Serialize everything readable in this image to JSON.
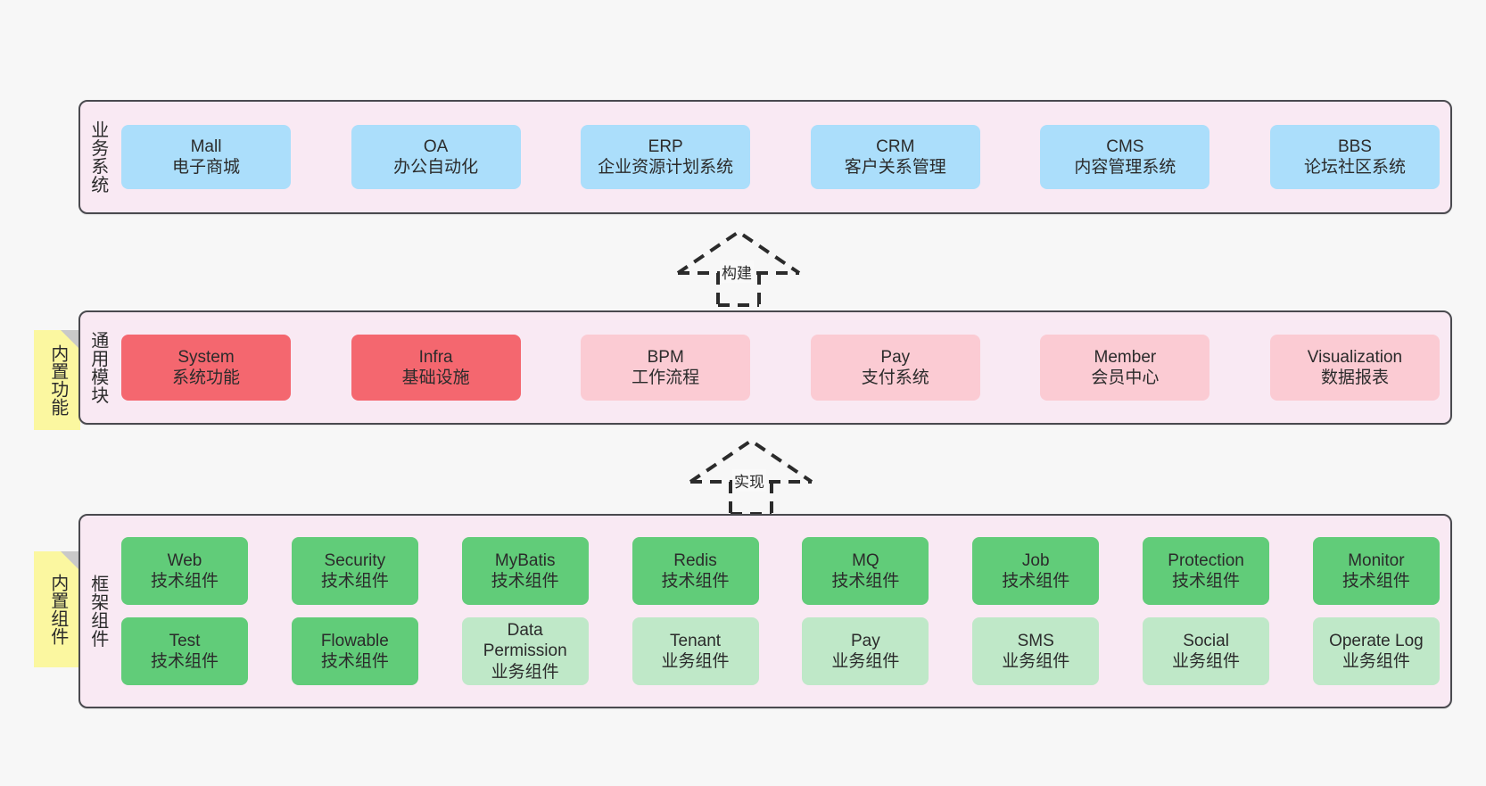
{
  "canvas": {
    "background": "#f7f7f7",
    "panel_fill": "#f9e9f3",
    "panel_border": "#4a4a4f",
    "note_fill": "#fbf7a0",
    "note_fold": "#c9c9c9",
    "colors": {
      "business": "#abdefb",
      "module_primary": "#f4676f",
      "module_secondary": "#fbcbd3",
      "tech_component": "#61cc79",
      "biz_component": "#bfe8c8"
    }
  },
  "layers": [
    {
      "key": "business",
      "title": "业务系统",
      "rows": [
        {
          "cards": [
            {
              "t1": "Mall",
              "t2": "电子商城",
              "color": "blue"
            },
            {
              "t1": "OA",
              "t2": "办公自动化",
              "color": "blue"
            },
            {
              "t1": "ERP",
              "t2": "企业资源计划系统",
              "color": "blue"
            },
            {
              "t1": "CRM",
              "t2": "客户关系管理",
              "color": "blue"
            },
            {
              "t1": "CMS",
              "t2": "内容管理系统",
              "color": "blue"
            },
            {
              "t1": "BBS",
              "t2": "论坛社区系统",
              "color": "blue"
            }
          ]
        }
      ]
    },
    {
      "key": "common-module",
      "title": "通用模块",
      "note": "内置功能",
      "rows": [
        {
          "cards": [
            {
              "t1": "System",
              "t2": "系统功能",
              "color": "red"
            },
            {
              "t1": "Infra",
              "t2": "基础设施",
              "color": "red"
            },
            {
              "t1": "BPM",
              "t2": "工作流程",
              "color": "pink"
            },
            {
              "t1": "Pay",
              "t2": "支付系统",
              "color": "pink"
            },
            {
              "t1": "Member",
              "t2": "会员中心",
              "color": "pink"
            },
            {
              "t1": "Visualization",
              "t2": "数据报表",
              "color": "pink"
            }
          ]
        }
      ]
    },
    {
      "key": "framework-component",
      "title": "框架组件",
      "note": "内置组件",
      "rows": [
        {
          "cards": [
            {
              "t1": "Web",
              "t2": "技术组件",
              "color": "green"
            },
            {
              "t1": "Security",
              "t2": "技术组件",
              "color": "green"
            },
            {
              "t1": "MyBatis",
              "t2": "技术组件",
              "color": "green"
            },
            {
              "t1": "Redis",
              "t2": "技术组件",
              "color": "green"
            },
            {
              "t1": "MQ",
              "t2": "技术组件",
              "color": "green"
            },
            {
              "t1": "Job",
              "t2": "技术组件",
              "color": "green"
            },
            {
              "t1": "Protection",
              "t2": "技术组件",
              "color": "green"
            },
            {
              "t1": "Monitor",
              "t2": "技术组件",
              "color": "green"
            }
          ]
        },
        {
          "cards": [
            {
              "t1": "Test",
              "t2": "技术组件",
              "color": "green"
            },
            {
              "t1": "Flowable",
              "t2": "技术组件",
              "color": "green"
            },
            {
              "t1": "Data Permission",
              "t2": "业务组件",
              "color": "lgreen"
            },
            {
              "t1": "Tenant",
              "t2": "业务组件",
              "color": "lgreen"
            },
            {
              "t1": "Pay",
              "t2": "业务组件",
              "color": "lgreen"
            },
            {
              "t1": "SMS",
              "t2": "业务组件",
              "color": "lgreen"
            },
            {
              "t1": "Social",
              "t2": "业务组件",
              "color": "lgreen"
            },
            {
              "t1": "Operate Log",
              "t2": "业务组件",
              "color": "lgreen"
            }
          ]
        }
      ]
    }
  ],
  "connectors": [
    {
      "key": "build",
      "label": "构建"
    },
    {
      "key": "implement",
      "label": "实现"
    }
  ]
}
